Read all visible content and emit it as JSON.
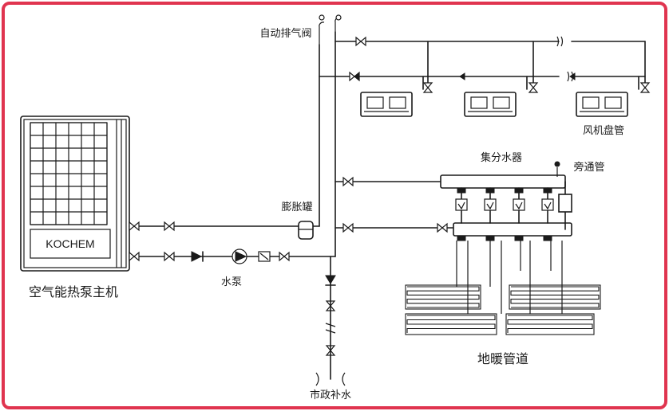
{
  "diagram": {
    "heat_pump": {
      "brand": "KOCHEM",
      "label": "空气能热泵主机"
    },
    "labels": {
      "auto_vent": "自动排气阀",
      "fan_coil": "风机盘管",
      "manifold": "集分水器",
      "bypass": "旁通管",
      "expansion_tank": "膨胀罐",
      "pump": "水泵",
      "floor_heating": "地暖管道",
      "makeup_water": "市政补水"
    }
  }
}
